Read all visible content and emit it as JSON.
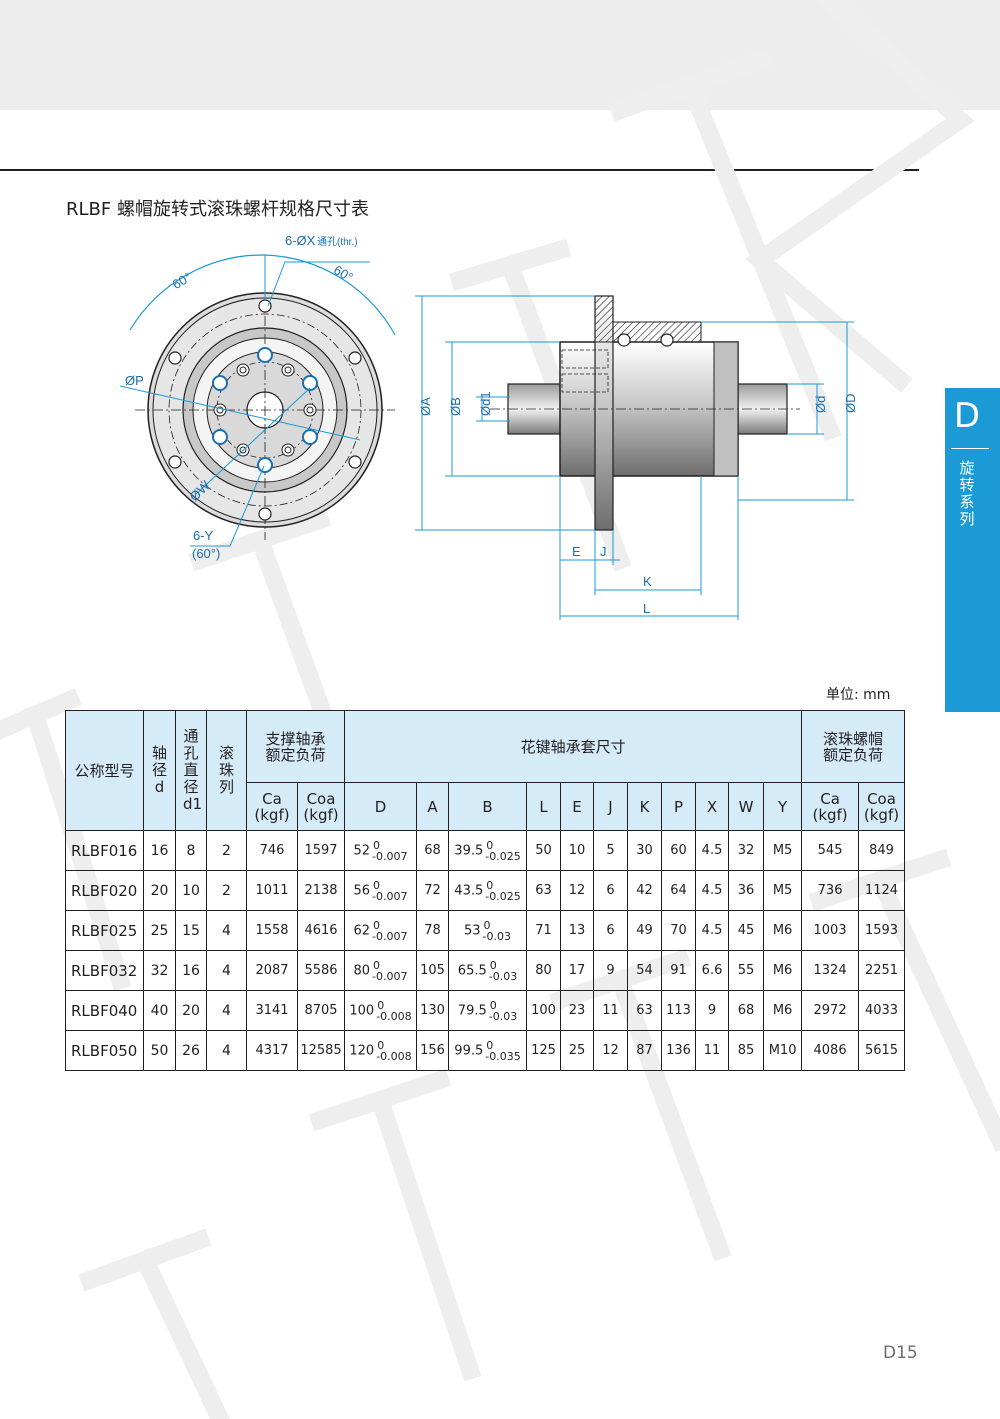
{
  "page": {
    "title": "RLBF 螺帽旋转式滚珠螺杆规格尺寸表",
    "unit": "单位: mm",
    "page_number": "D15",
    "watermark": "TNZ"
  },
  "sidetab": {
    "letter": "D",
    "label": "旋转系列",
    "color": "#1b9ad6"
  },
  "drawing": {
    "labels": {
      "holes": "6-ØX",
      "holes_suffix": "通孔(thr.)",
      "angle1": "60°",
      "angle2": "60°",
      "p": "ØP",
      "w": "ØW",
      "y": "6-Y",
      "y_angle": "(60°)",
      "a": "ØA",
      "b": "ØB",
      "d1": "Ød1",
      "d": "Ød",
      "D": "ØD",
      "e": "E",
      "j": "J",
      "k": "K",
      "l": "L"
    }
  },
  "table": {
    "headers": {
      "model": "公称型号",
      "shaft_dia": [
        "轴",
        "径",
        "d"
      ],
      "through_hole": [
        "通",
        "孔",
        "直",
        "径",
        "d1"
      ],
      "ball_rows": [
        "滚",
        "珠",
        "列"
      ],
      "support_group": [
        "支撑轴承",
        "额定负荷"
      ],
      "spline_group": "花键轴承套尺寸",
      "nut_group": [
        "滚珠螺帽",
        "额定负荷"
      ],
      "ca": "Ca",
      "coa": "Coa",
      "kgf": "(kgf)",
      "cols": [
        "D",
        "A",
        "B",
        "L",
        "E",
        "J",
        "K",
        "P",
        "X",
        "W",
        "Y"
      ]
    },
    "rows": [
      {
        "model": "RLBF016",
        "d": "16",
        "d1": "8",
        "rows": "2",
        "ca": "746",
        "coa": "1597",
        "D": "52",
        "D_up": "0",
        "D_dn": "-0.007",
        "A": "68",
        "B": "39.5",
        "B_up": "0",
        "B_dn": "-0.025",
        "L": "50",
        "E": "10",
        "J": "5",
        "K": "30",
        "P": "60",
        "X": "4.5",
        "W": "32",
        "Y": "M5",
        "ca2": "545",
        "coa2": "849"
      },
      {
        "model": "RLBF020",
        "d": "20",
        "d1": "10",
        "rows": "2",
        "ca": "1011",
        "coa": "2138",
        "D": "56",
        "D_up": "0",
        "D_dn": "-0.007",
        "A": "72",
        "B": "43.5",
        "B_up": "0",
        "B_dn": "-0.025",
        "L": "63",
        "E": "12",
        "J": "6",
        "K": "42",
        "P": "64",
        "X": "4.5",
        "W": "36",
        "Y": "M5",
        "ca2": "736",
        "coa2": "1124"
      },
      {
        "model": "RLBF025",
        "d": "25",
        "d1": "15",
        "rows": "4",
        "ca": "1558",
        "coa": "4616",
        "D": "62",
        "D_up": "0",
        "D_dn": "-0.007",
        "A": "78",
        "B": "53",
        "B_up": "0",
        "B_dn": "-0.03",
        "L": "71",
        "E": "13",
        "J": "6",
        "K": "49",
        "P": "70",
        "X": "4.5",
        "W": "45",
        "Y": "M6",
        "ca2": "1003",
        "coa2": "1593"
      },
      {
        "model": "RLBF032",
        "d": "32",
        "d1": "16",
        "rows": "4",
        "ca": "2087",
        "coa": "5586",
        "D": "80",
        "D_up": "0",
        "D_dn": "-0.007",
        "A": "105",
        "B": "65.5",
        "B_up": "0",
        "B_dn": "-0.03",
        "L": "80",
        "E": "17",
        "J": "9",
        "K": "54",
        "P": "91",
        "X": "6.6",
        "W": "55",
        "Y": "M6",
        "ca2": "1324",
        "coa2": "2251"
      },
      {
        "model": "RLBF040",
        "d": "40",
        "d1": "20",
        "rows": "4",
        "ca": "3141",
        "coa": "8705",
        "D": "100",
        "D_up": "0",
        "D_dn": "-0.008",
        "A": "130",
        "B": "79.5",
        "B_up": "0",
        "B_dn": "-0.03",
        "L": "100",
        "E": "23",
        "J": "11",
        "K": "63",
        "P": "113",
        "X": "9",
        "W": "68",
        "Y": "M6",
        "ca2": "2972",
        "coa2": "4033"
      },
      {
        "model": "RLBF050",
        "d": "50",
        "d1": "26",
        "rows": "4",
        "ca": "4317",
        "coa": "12585",
        "D": "120",
        "D_up": "0",
        "D_dn": "-0.008",
        "A": "156",
        "B": "99.5",
        "B_up": "0",
        "B_dn": "-0.035",
        "L": "125",
        "E": "25",
        "J": "12",
        "K": "87",
        "P": "136",
        "X": "11",
        "W": "85",
        "Y": "M10",
        "ca2": "4086",
        "coa2": "5615"
      }
    ]
  }
}
